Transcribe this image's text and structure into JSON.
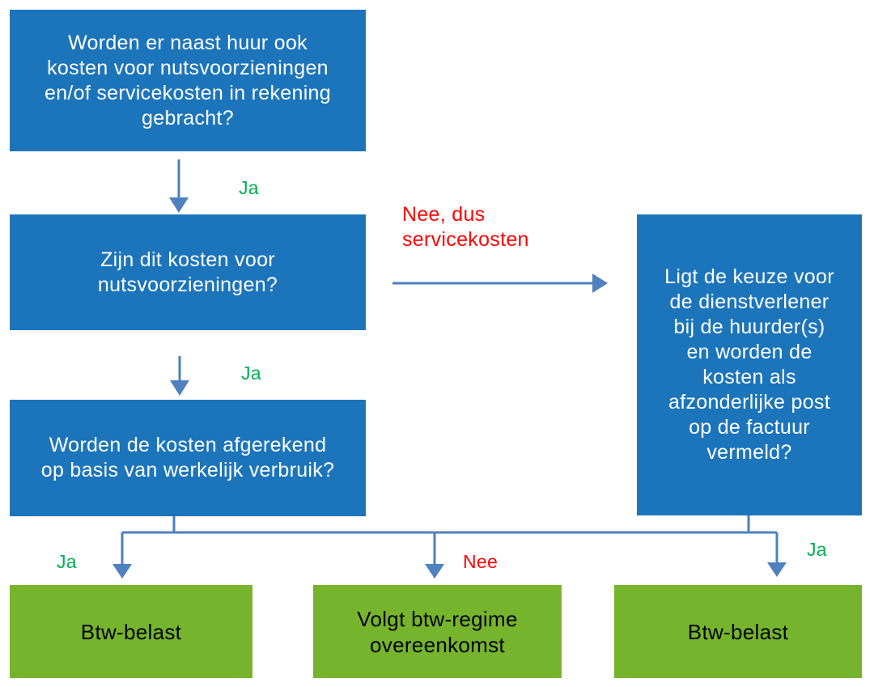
{
  "diagram": {
    "nodes": {
      "q1": "Worden er naast huur ook\nkosten voor nutsvoorzieningen\nen/of servicekosten in rekening\ngebracht?",
      "q2": "Zijn dit kosten voor\nnutsvoorzieningen?",
      "q3": "Worden de kosten afgerekend\nop basis van werkelijk verbruik?",
      "q4": "Ligt de keuze voor\nde dienstverlener\nbij de huurder(s)\nen worden de\nkosten als\nafzonderlijke post\nop de factuur\nvermeld?",
      "r1": "Btw-belast",
      "r2": "Volgt btw-regime\novereenkomst",
      "r3": "Btw-belast"
    },
    "edge_labels": {
      "yes": "Ja",
      "no": "Nee",
      "no_service": "Nee, dus\nservicekosten"
    },
    "colors": {
      "box_blue": "#1C75BB",
      "box_green": "#76B42D",
      "arrow": "#4E81BD",
      "label_yes": "#00B050",
      "label_no": "#FF0000",
      "box_text_light": "#FFFFFF",
      "box_text_dark": "#000000"
    }
  }
}
